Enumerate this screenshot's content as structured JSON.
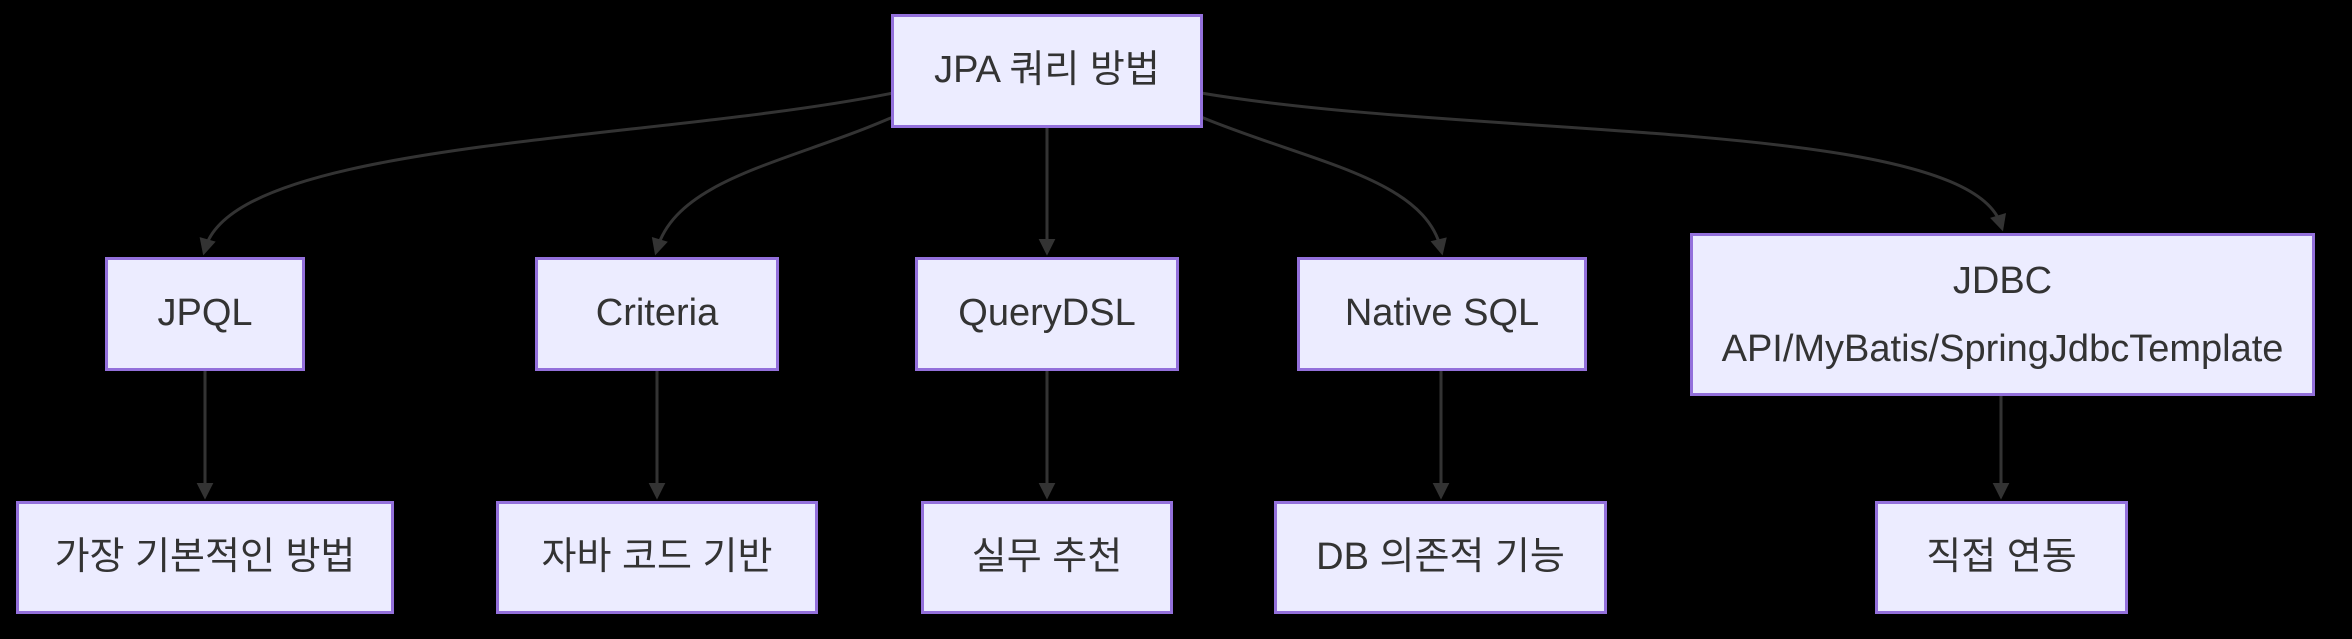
{
  "diagram": {
    "type": "flowchart",
    "direction": "top-down",
    "colors": {
      "background": "#000000",
      "node_fill": "#ECECFF",
      "node_border": "#9370DB",
      "edge": "#333333",
      "text": "#333333"
    },
    "root": {
      "label": "JPA 쿼리 방법"
    },
    "methods": [
      {
        "label": "JPQL",
        "description": "가장 기본적인 방법"
      },
      {
        "label": "Criteria",
        "description": "자바 코드 기반"
      },
      {
        "label": "QueryDSL",
        "description": "실무 추천"
      },
      {
        "label": "Native SQL",
        "description": "DB 의존적 기능"
      },
      {
        "label_line1": "JDBC",
        "label_line2": "API/MyBatis/SpringJdbcTemplate",
        "description": "직접 연동"
      }
    ],
    "edges": [
      {
        "from": "JPA 쿼리 방법",
        "to": "JPQL"
      },
      {
        "from": "JPA 쿼리 방법",
        "to": "Criteria"
      },
      {
        "from": "JPA 쿼리 방법",
        "to": "QueryDSL"
      },
      {
        "from": "JPA 쿼리 방법",
        "to": "Native SQL"
      },
      {
        "from": "JPA 쿼리 방법",
        "to": "JDBC API/MyBatis/SpringJdbcTemplate"
      },
      {
        "from": "JPQL",
        "to": "가장 기본적인 방법"
      },
      {
        "from": "Criteria",
        "to": "자바 코드 기반"
      },
      {
        "from": "QueryDSL",
        "to": "실무 추천"
      },
      {
        "from": "Native SQL",
        "to": "DB 의존적 기능"
      },
      {
        "from": "JDBC API/MyBatis/SpringJdbcTemplate",
        "to": "직접 연동"
      }
    ]
  }
}
